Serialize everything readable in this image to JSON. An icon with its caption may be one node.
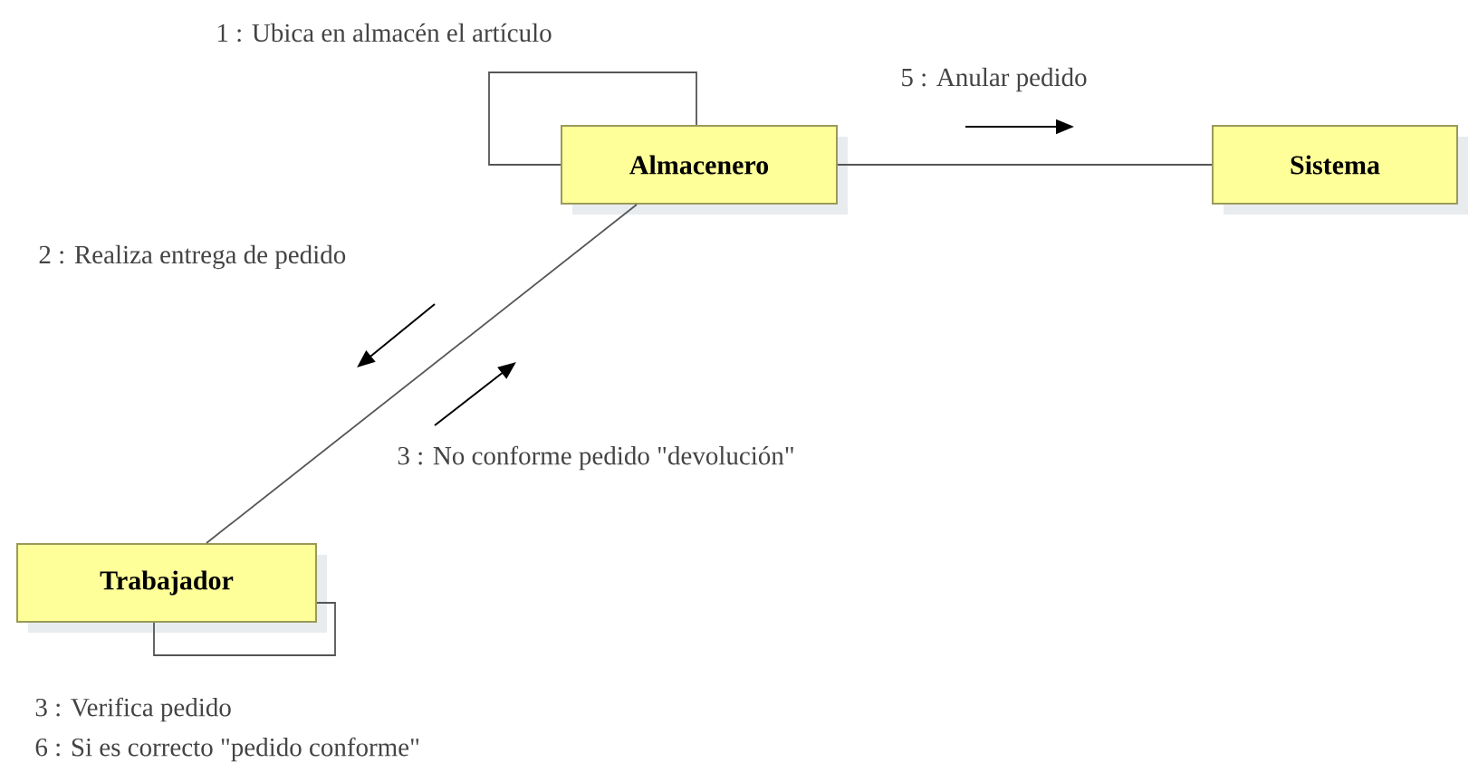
{
  "diagram": {
    "nodes": [
      {
        "text": [
          "Almacenero"
        ]
      },
      {
        "text": [
          "Sistema"
        ]
      },
      {
        "text": [
          "Trabajador"
        ]
      }
    ],
    "edges": [
      {
        "from": 0,
        "to": 0,
        "arrow": "none",
        "label": "1 : Ubica en almacén el artículo"
      },
      {
        "from": 0,
        "to": 1,
        "arrow": "none",
        "label": "5 : Anular pedido"
      },
      {
        "from": 0,
        "to": 2,
        "arrow": "none"
      },
      {
        "from": 2,
        "to": 2,
        "arrow": "none"
      }
    ],
    "labels": [
      "2 : Realiza entrega de pedido",
      "3 : No conforme pedido \"devolución\"",
      "3 : Verifica pedido",
      "6 : Si es correcto \"pedido conforme\""
    ]
  }
}
